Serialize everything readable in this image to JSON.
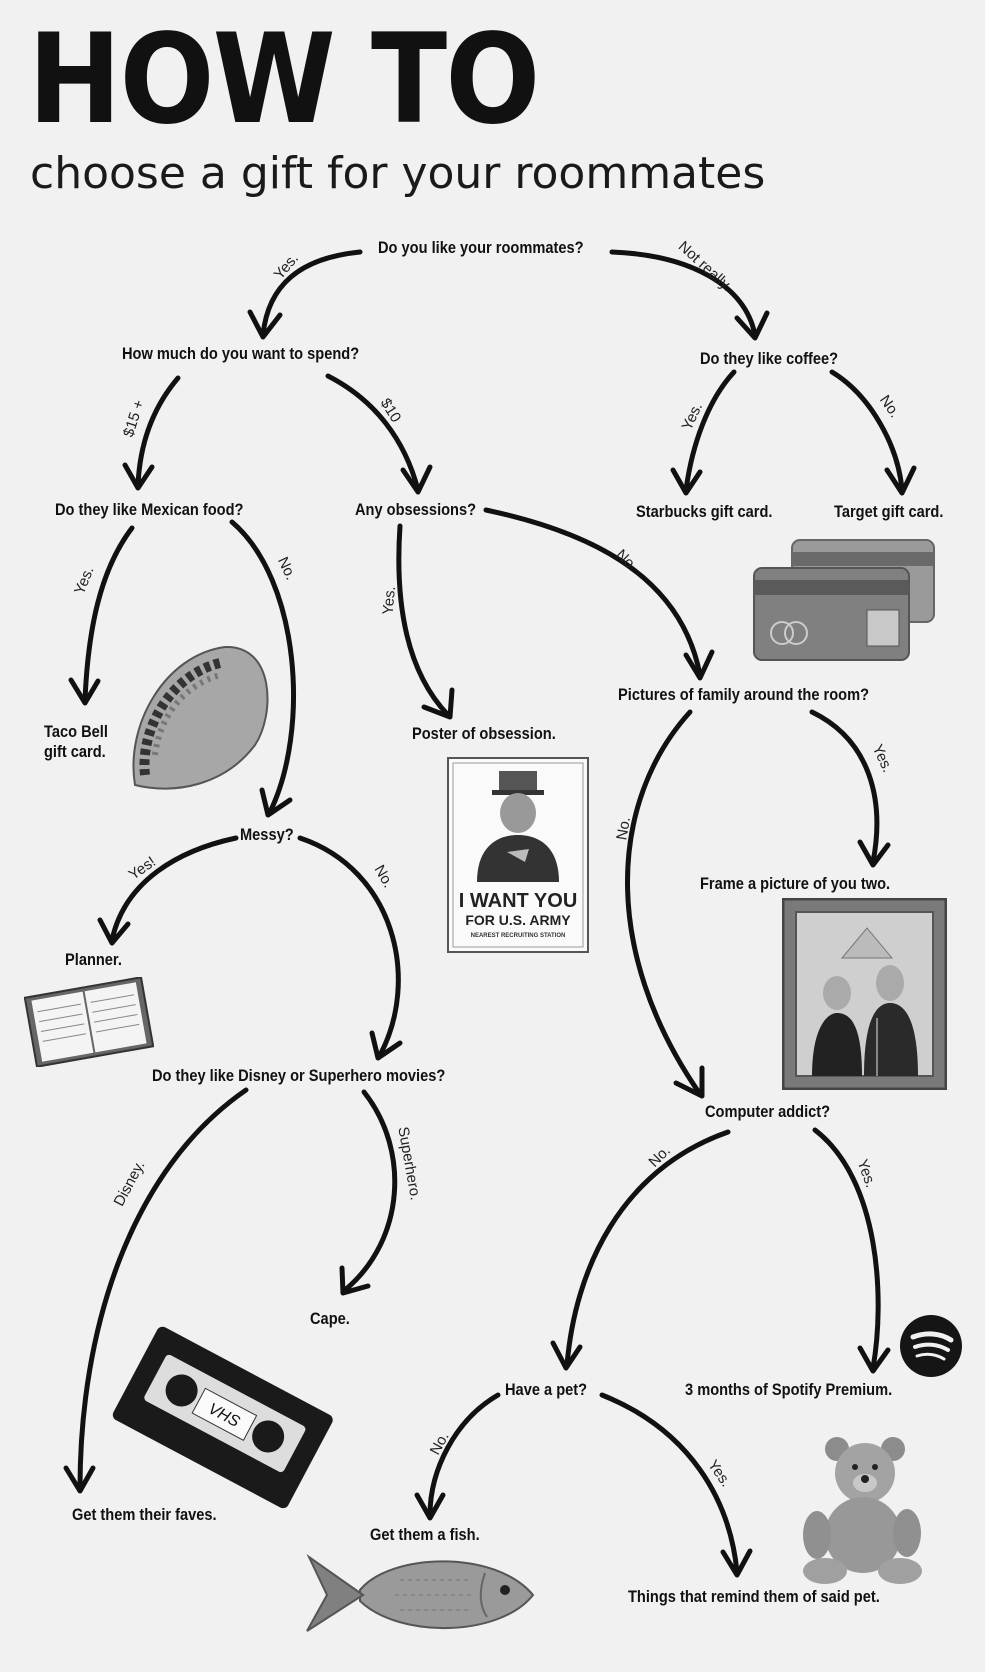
{
  "header": {
    "title": "HOW TO",
    "subtitle": "choose a gift for your roommates"
  },
  "nodes": {
    "like_roommates": "Do you like your roommates?",
    "spend": "How much do you want to spend?",
    "coffee": "Do they like coffee?",
    "mexican": "Do they like Mexican food?",
    "obsessions": "Any obsessions?",
    "starbucks": "Starbucks gift card.",
    "target": "Target gift card.",
    "taco_bell": "Taco Bell gift card.",
    "poster": "Poster of obsession.",
    "family_pics": "Pictures of family around the room?",
    "frame": "Frame a picture of you two.",
    "messy": "Messy?",
    "planner": "Planner.",
    "disney_super": "Do they like Disney or Superhero movies?",
    "computer": "Computer addict?",
    "cape": "Cape.",
    "pet": "Have a pet?",
    "spotify": "3 months of Spotify Premium.",
    "faves": "Get them their faves.",
    "fish": "Get them a fish.",
    "pet_things": "Things that remind them of said pet."
  },
  "edges": {
    "yes1": "Yes.",
    "not_really": "Not really.",
    "fifteen": "$15 +",
    "ten": "$10",
    "coffee_yes": "Yes.",
    "coffee_no": "No.",
    "mex_yes": "Yes.",
    "mex_no": "No.",
    "obs_yes": "Yes.",
    "obs_no": "No.",
    "fam_yes": "Yes.",
    "fam_no": "No.",
    "messy_yes": "Yes!",
    "messy_no": "No.",
    "disney": "Disney.",
    "superhero": "Superhero.",
    "comp_no": "No.",
    "comp_yes": "Yes.",
    "pet_no": "No.",
    "pet_yes": "Yes."
  },
  "illustrations": {
    "poster_line1": "I WANT YOU",
    "poster_line2": "FOR U.S. ARMY",
    "poster_line3": "NEAREST RECRUITING STATION",
    "vhs_label": "VHS"
  }
}
